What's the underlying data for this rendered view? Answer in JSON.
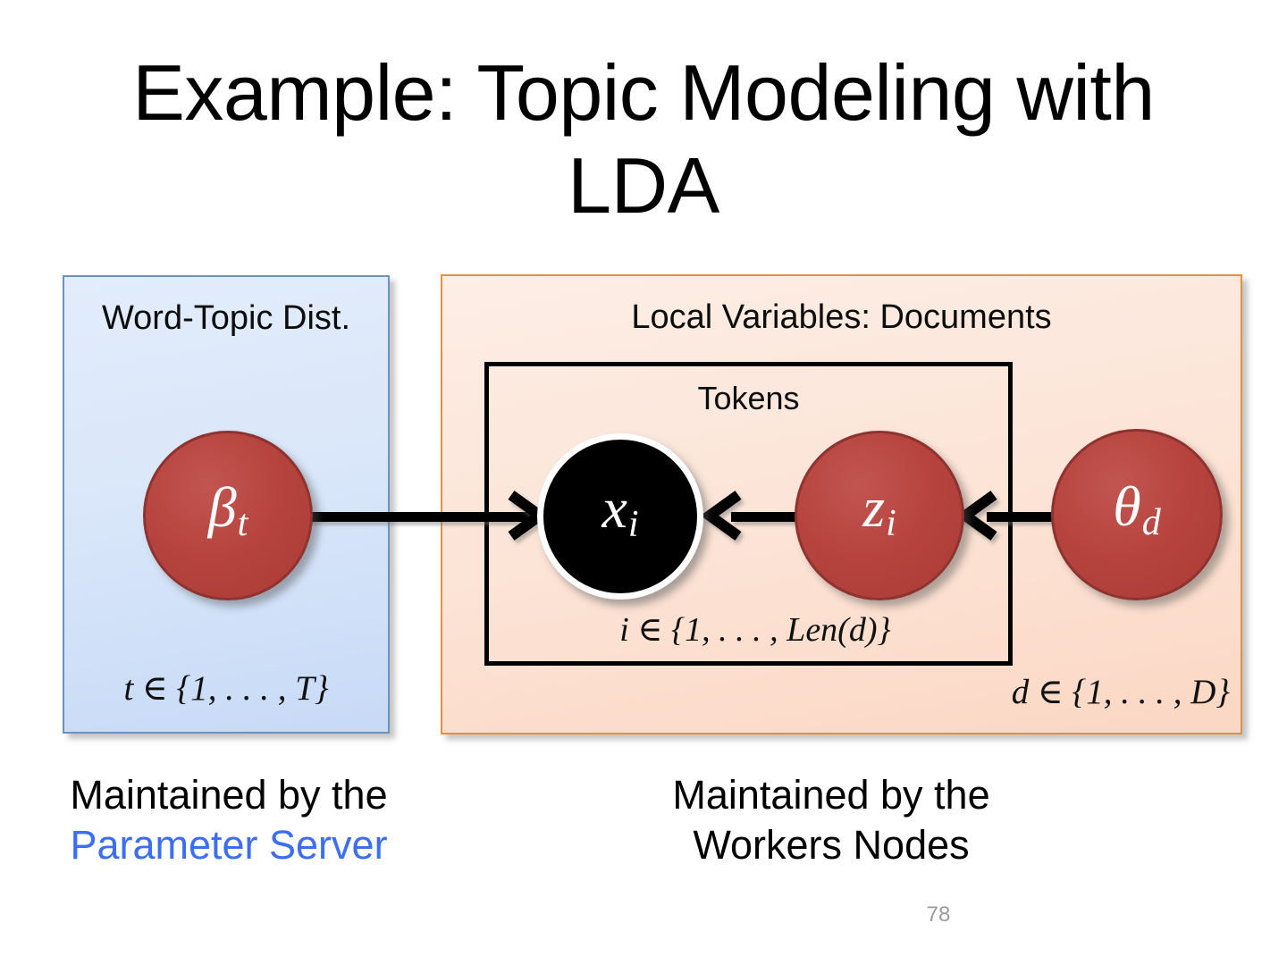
{
  "slide": {
    "title": "Example: Topic Modeling with LDA",
    "number": "78"
  },
  "server_panel": {
    "heading": "Word-Topic Dist.",
    "plate_index": "t ∈ {1, . . . , T}",
    "node": {
      "symbol": "β",
      "subscript": "t"
    }
  },
  "workers_panel": {
    "heading": "Local Variables: Documents",
    "plate_index": "d ∈ {1, . . . , D}",
    "tokens_plate": {
      "label": "Tokens",
      "plate_index": "i ∈ {1, . . . , Len(d)}",
      "observed_node": {
        "symbol": "x",
        "subscript": "i"
      },
      "latent_node": {
        "symbol": "z",
        "subscript": "i"
      }
    },
    "doc_node": {
      "symbol": "θ",
      "subscript": "d"
    }
  },
  "captions": {
    "server": {
      "line1": "Maintained by the",
      "line2": "Parameter Server",
      "accent_color": "#3b6ef2"
    },
    "workers": {
      "line1": "Maintained by the",
      "line2": "Workers Nodes"
    }
  },
  "colors": {
    "latent_node": "#b6433e",
    "observed_node": "#000000",
    "server_panel_fill": "#dae7fa",
    "server_panel_border": "#6d92bd",
    "workers_panel_fill": "#fce3d5",
    "workers_panel_border": "#e09244",
    "slide_number": "#9b9b9b"
  }
}
